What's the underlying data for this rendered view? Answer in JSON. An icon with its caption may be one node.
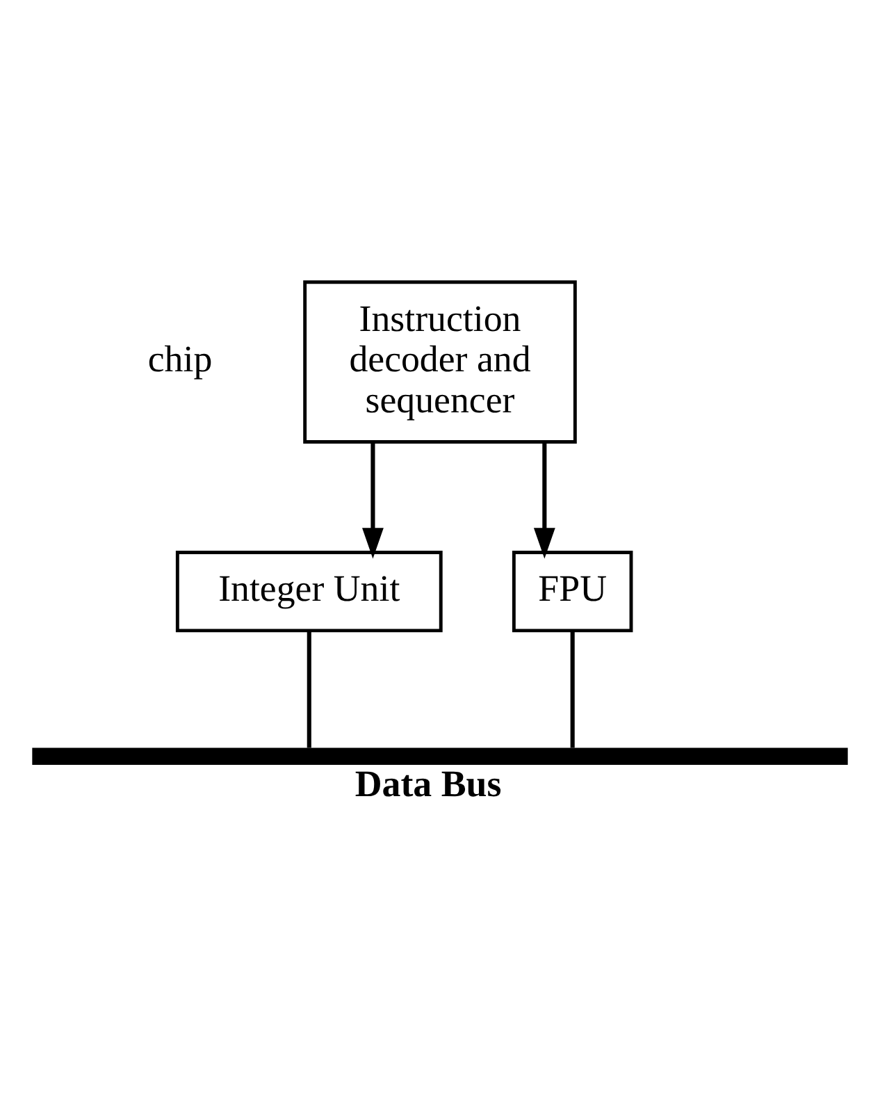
{
  "diagram": {
    "nodes": [
      {
        "text": [
          "Instruction decoder and sequencer"
        ]
      },
      {
        "text": [
          "Integer Unit"
        ]
      },
      {
        "text": [
          "FPU"
        ]
      },
      {
        "text": [
          "Data Bus"
        ]
      }
    ],
    "edges": [
      {
        "from": 0,
        "to": 1,
        "arrow": "to"
      },
      {
        "from": 0,
        "to": 2,
        "arrow": "to"
      },
      {
        "from": 1,
        "to": 3,
        "arrow": "none"
      },
      {
        "from": 2,
        "to": 3,
        "arrow": "none"
      }
    ],
    "labels": [
      "chip"
    ]
  }
}
